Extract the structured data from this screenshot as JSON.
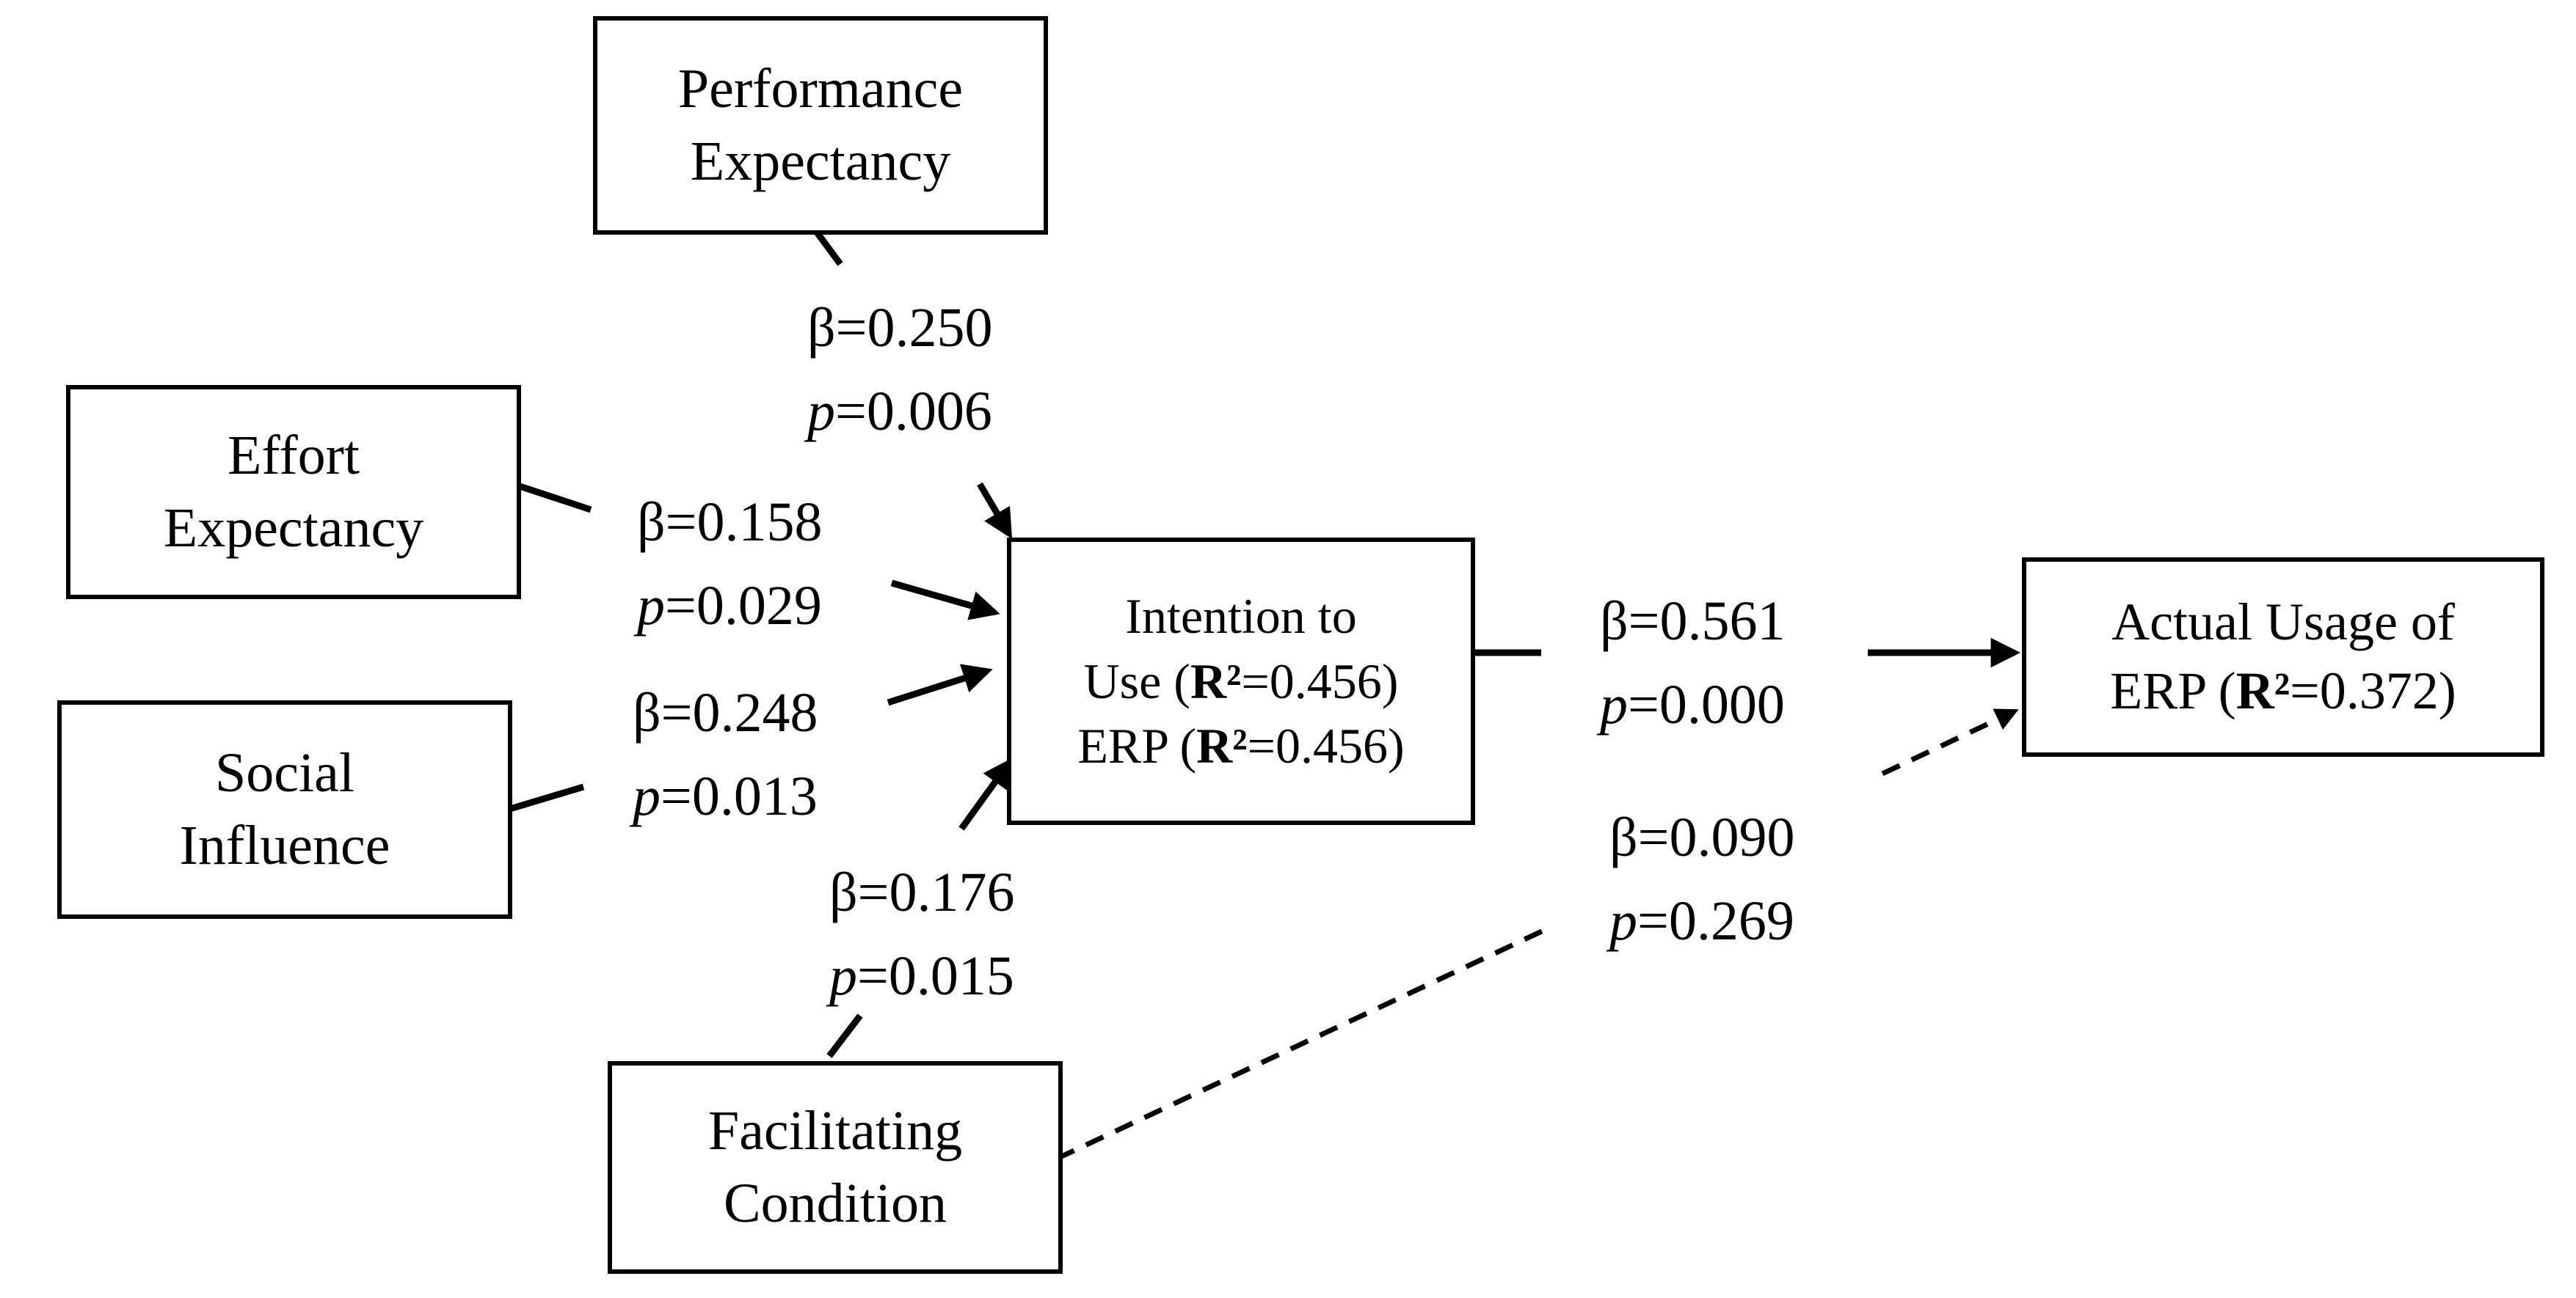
{
  "nodes": {
    "performance": {
      "line1": "Performance",
      "line2": "Expectancy"
    },
    "effort": {
      "line1": "Effort",
      "line2": "Expectancy"
    },
    "social": {
      "line1": "Social",
      "line2": "Influence"
    },
    "facilitating": {
      "line1": "Facilitating",
      "line2": "Condition"
    },
    "intention": {
      "line1": "Intention to",
      "line2_prefix": "Use (",
      "line2_r": "R²",
      "line2_suffix": "=0.456)",
      "line3_prefix": "ERP (",
      "line3_r": "R²",
      "line3_suffix": "=0.456)"
    },
    "actual": {
      "line1": "Actual Usage of",
      "line2_prefix": "ERP (",
      "line2_r": "R²",
      "line2_suffix": "=0.372)"
    }
  },
  "paths": {
    "pe_to_iu": {
      "beta": "β=0.250",
      "p_sym": "p",
      "p_val": "=0.006",
      "style": "solid"
    },
    "ee_to_iu": {
      "beta": "β=0.158",
      "p_sym": "p",
      "p_val": "=0.029",
      "style": "solid"
    },
    "si_to_iu": {
      "beta": "β=0.248",
      "p_sym": "p",
      "p_val": "=0.013",
      "style": "solid"
    },
    "fc_to_iu": {
      "beta": "β=0.176",
      "p_sym": "p",
      "p_val": "=0.015",
      "style": "solid"
    },
    "iu_to_au": {
      "beta": "β=0.561",
      "p_sym": "p",
      "p_val": "=0.000",
      "style": "solid"
    },
    "fc_to_au": {
      "beta": "β=0.090",
      "p_sym": "p",
      "p_val": "=0.269",
      "style": "dashed"
    }
  }
}
